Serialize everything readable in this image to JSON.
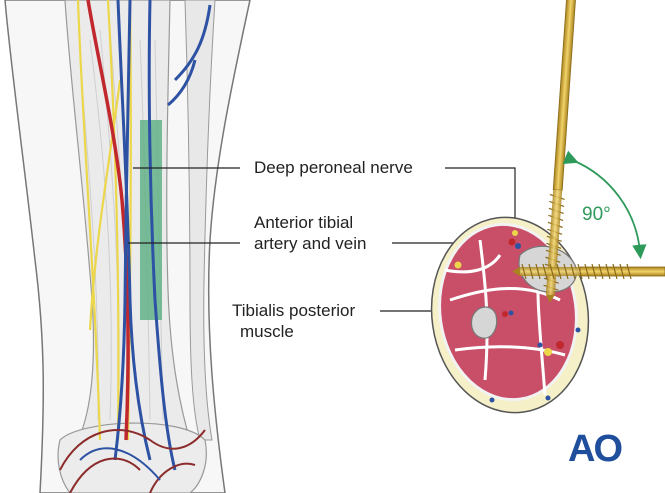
{
  "labels": {
    "deep_peroneal_nerve": "Deep peroneal nerve",
    "anterior_tibial_line1": "Anterior tibial",
    "anterior_tibial_line2": "artery and vein",
    "tibialis_posterior_line1": "Tibialis posterior",
    "tibialis_posterior_line2": "muscle"
  },
  "angle_label": "90°",
  "logo_text": "AO",
  "colors": {
    "artery": "#c0282e",
    "vein": "#2e52a3",
    "nerve": "#ecd64a",
    "muscle": "#c94f68",
    "bone": "#ededed",
    "highlight_strip": "#5aae82",
    "screw": "#d8b23c",
    "angle_arc": "#2e9a5a",
    "logo": "#1f4e9d"
  },
  "icons": {
    "angle_arrow": "double-headed-arc-arrow",
    "logo": "ao-logo"
  }
}
